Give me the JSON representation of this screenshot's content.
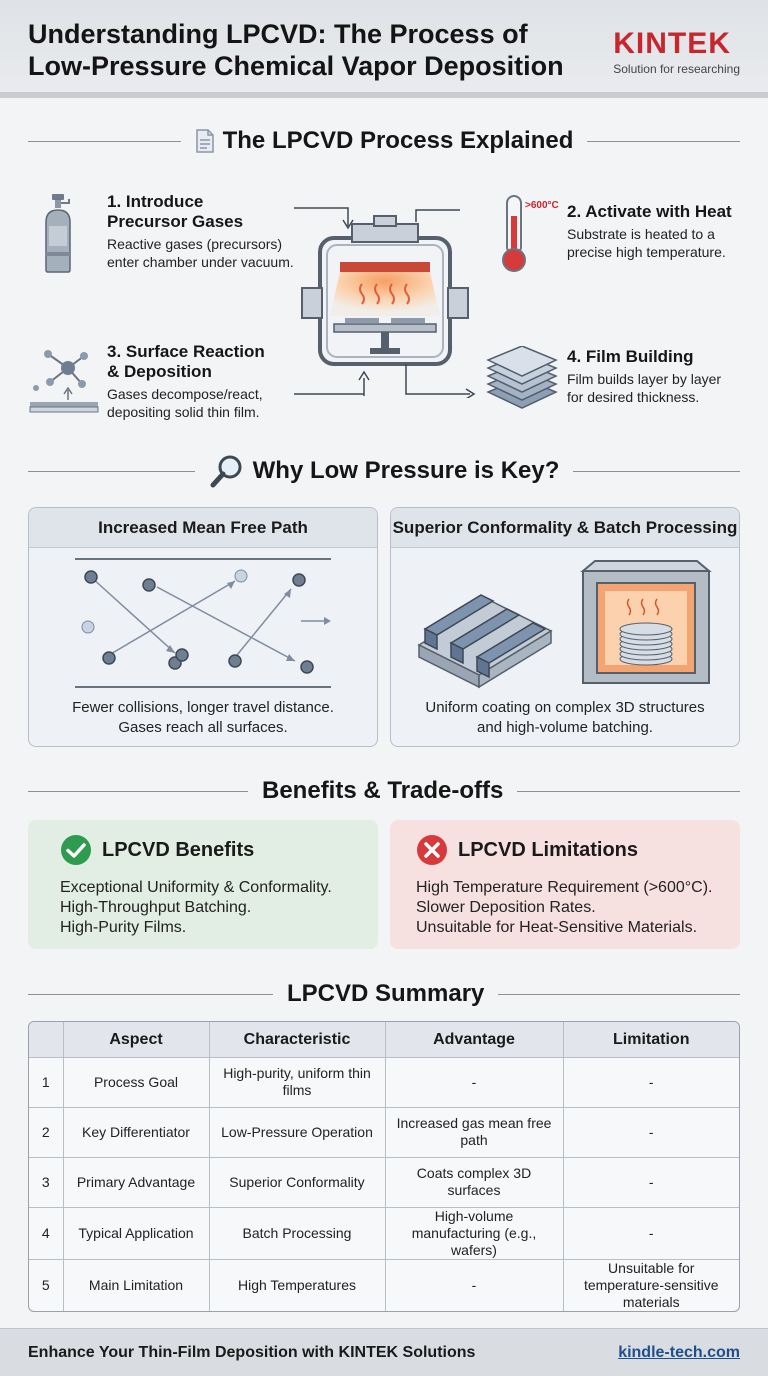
{
  "header": {
    "title_line1": "Understanding LPCVD: The Process of",
    "title_line2": "Low-Pressure Chemical Vapor Deposition",
    "brand_name": "KINTEK",
    "brand_tagline": "Solution for researching",
    "brand_color": "#c8262e"
  },
  "process": {
    "heading": "The LPCVD Process Explained",
    "heading_icon": "document-icon",
    "chamber_temperature": ">600°C",
    "steps": [
      {
        "title_line1": "1. Introduce",
        "title_line2": "Precursor Gases",
        "desc_line1": "Reactive gases (precursors)",
        "desc_line2": "enter chamber under vacuum.",
        "icon": "gas-cylinder-icon"
      },
      {
        "title_line1": "2. Activate with Heat",
        "title_line2": "",
        "desc_line1": "Substrate is heated to a",
        "desc_line2": "precise high temperature.",
        "icon": "thermometer-icon"
      },
      {
        "title_line1": "3. Surface Reaction",
        "title_line2": "& Deposition",
        "desc_line1": "Gases decompose/react,",
        "desc_line2": "depositing solid thin film.",
        "icon": "molecule-icon"
      },
      {
        "title_line1": "4. Film Building",
        "title_line2": "",
        "desc_line1": "Film builds layer by layer",
        "desc_line2": "for desired thickness.",
        "icon": "layers-icon"
      }
    ]
  },
  "why": {
    "heading": "Why Low Pressure is Key?",
    "heading_icon": "magnifier-icon",
    "panels": [
      {
        "title": "Increased Mean Free Path",
        "caption_line1": "Fewer collisions, longer travel distance.",
        "caption_line2": "Gases reach all surfaces."
      },
      {
        "title": "Superior Conformality & Batch Processing",
        "caption_line1": "Uniform coating on complex 3D structures",
        "caption_line2": "and high-volume batching."
      }
    ]
  },
  "tradeoffs": {
    "heading": "Benefits & Trade-offs",
    "benefits": {
      "title": "LPCVD Benefits",
      "icon": "check-circle-icon",
      "color": "#2e9b4e",
      "items": [
        "Exceptional Uniformity & Conformality.",
        "High-Throughput Batching.",
        "High-Purity Films."
      ]
    },
    "limitations": {
      "title": "LPCVD Limitations",
      "icon": "x-circle-icon",
      "color": "#d63a3a",
      "items": [
        "High Temperature Requirement (>600°C).",
        "Slower Deposition Rates.",
        "Unsuitable for Heat-Sensitive Materials."
      ]
    }
  },
  "summary": {
    "heading": "LPCVD Summary",
    "columns": [
      "",
      "Aspect",
      "Characteristic",
      "Advantage",
      "Limitation"
    ],
    "rows": [
      [
        "1",
        "Process Goal",
        "High-purity, uniform thin films",
        "-",
        "-"
      ],
      [
        "2",
        "Key Differentiator",
        "Low-Pressure Operation",
        "Increased gas mean free path",
        "-"
      ],
      [
        "3",
        "Primary Advantage",
        "Superior Conformality",
        "Coats complex 3D surfaces",
        "-"
      ],
      [
        "4",
        "Typical Application",
        "Batch Processing",
        "High-volume manufacturing (e.g., wafers)",
        "-"
      ],
      [
        "5",
        "Main Limitation",
        "High Temperatures",
        "-",
        "Unsuitable for temperature-sensitive materials"
      ]
    ]
  },
  "footer": {
    "text": "Enhance Your Thin-Film Deposition with KINTEK Solutions",
    "link": "kindle-tech.com"
  }
}
